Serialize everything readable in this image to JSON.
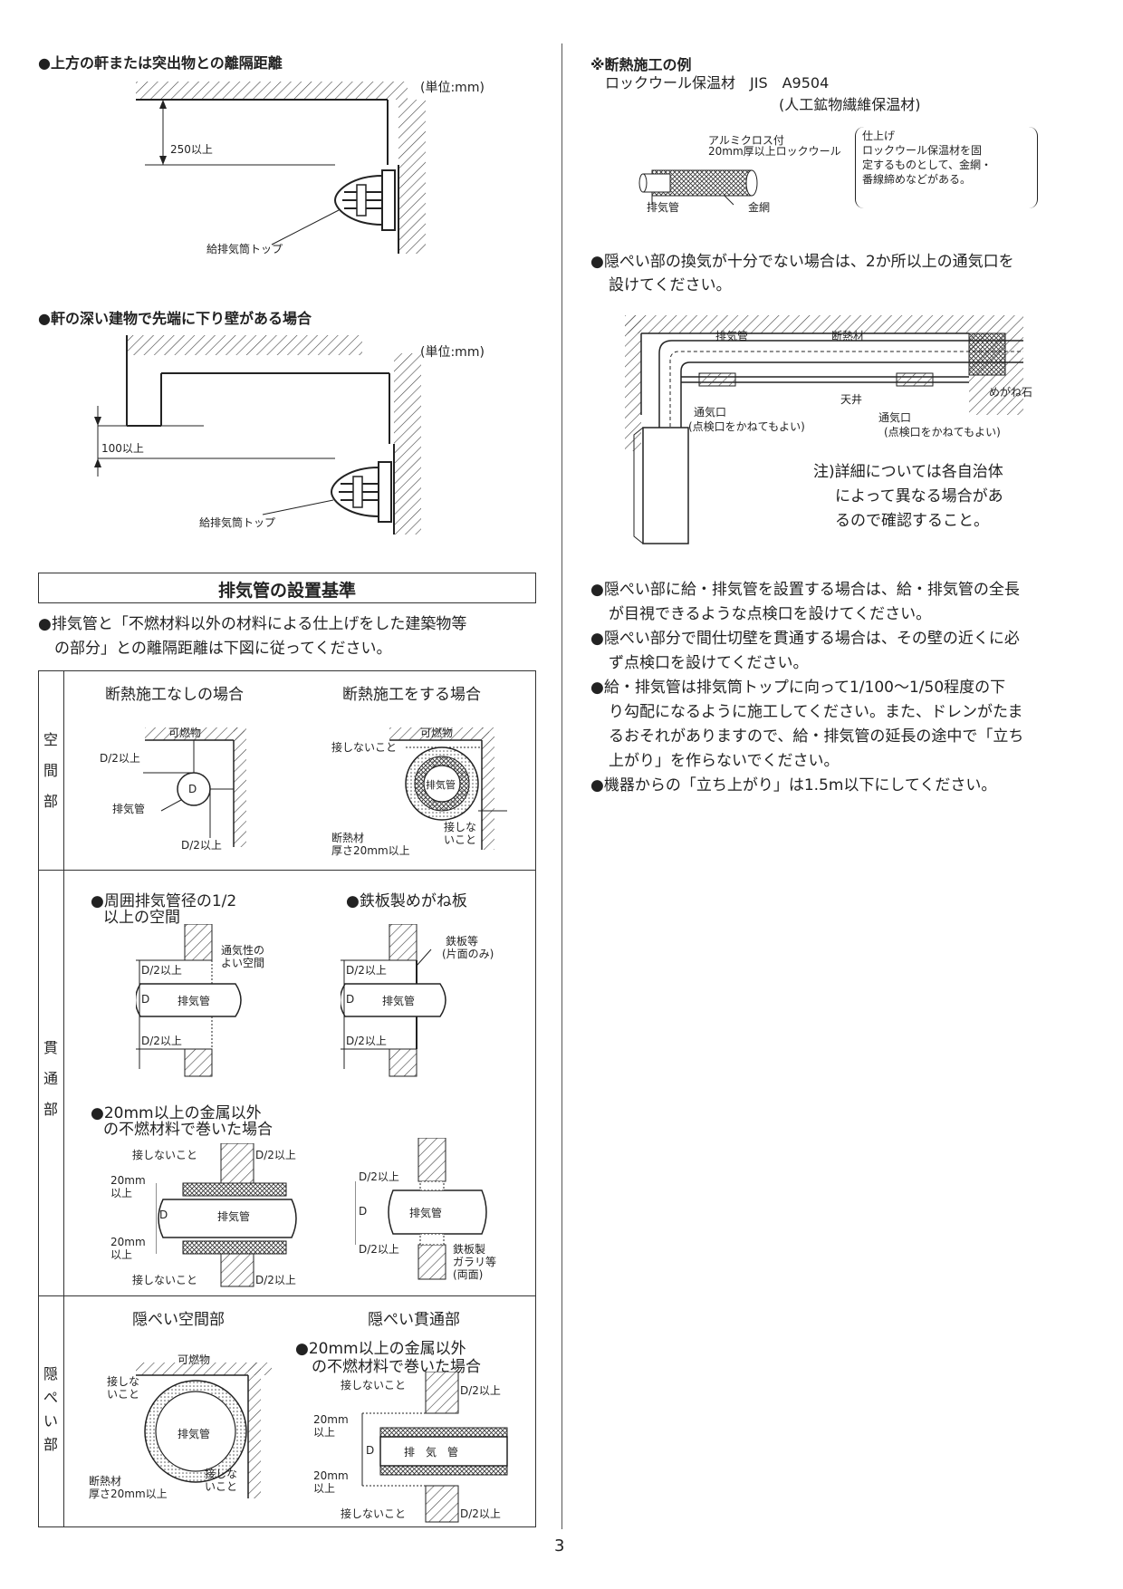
{
  "left_top": {
    "heading1": "●上方の軒または突出物との離隔距離",
    "unit1": "(単位:mm)",
    "dim1": "250以上",
    "top_label1": "給排気筒トップ",
    "heading2": "●軒の深い建物で先端に下り壁がある場合",
    "unit2": "(単位:mm)",
    "dim2": "100以上",
    "top_label2": "給排気筒トップ"
  },
  "section": {
    "title": "排気管の設置基準",
    "intro_line1": "●排気管と「不燃材料以外の材料による仕上げをした建築物等",
    "intro_line2": "の部分」との離隔距離は下図に従ってください。"
  },
  "table": {
    "row1_label": [
      "空",
      "間",
      "部"
    ],
    "row2_label": [
      "貫",
      "通",
      "部"
    ],
    "row3_label": [
      "隠",
      "ぺ",
      "い",
      "部"
    ],
    "col1_head": "断熱施工なしの場合",
    "col2_head": "断熱施工をする場合",
    "r2_c1_title1": "●周囲排気管径の1/2",
    "r2_c1_title2": "以上の空間",
    "r2_c2_title": "●鉄板製めがね板",
    "r2_c3_title1": "●20mm以上の金属以外",
    "r2_c3_title2": "の不燃材料で巻いた場合",
    "r3_c1_head": "隠ぺい空間部",
    "r3_c2_head": "隠ぺい貫通部",
    "r3_c2_title1": "●20mm以上の金属以外",
    "r3_c2_title2": "の不燃材料で巻いた場合",
    "labels": {
      "flammable": "可燃物",
      "d2": "D/2以上",
      "d": "D",
      "exhaust": "排気管",
      "exhaust_spaced": "排　気　管",
      "no_contact": "接しないこと",
      "no_contact_a": "接しな",
      "no_contact_b": "いこと",
      "insulation_a": "断熱材",
      "insulation_b": "厚さ20mm以上",
      "ventilated_a": "通気性の",
      "ventilated_b": "よい空間",
      "iron_a": "鉄板等",
      "iron_b": "(片面のみ)",
      "mm20_a": "20mm",
      "mm20_b": "以上",
      "iron_gallery_a": "鉄板製",
      "iron_gallery_b": "ガラリ等",
      "iron_gallery_c": "(両面)"
    }
  },
  "right": {
    "example_title": "※断熱施工の例",
    "example_line1": "ロックウール保温材　JIS　A9504",
    "example_line2": "(人工鉱物繊維保温材)",
    "lbl_alumi1": "アルミクロス付",
    "lbl_alumi2": "20mm厚以上ロックウール",
    "lbl_pipe": "排気管",
    "lbl_mesh": "金網",
    "finish_lines": [
      "仕上げ",
      "ロックウール保温材を固",
      "定するものとして、金網・",
      "番線締めなどがある。"
    ],
    "vent_line1": "●隠ぺい部の換気が十分でない場合は、2か所以上の通気口を",
    "vent_line2": "設けてください。",
    "diag": {
      "exhaust": "排気管",
      "insulation": "断熱材",
      "ceiling": "天井",
      "megane": "めがね石",
      "vent1": "通気口",
      "vent1_sub": "(点検口をかねてもよい)",
      "vent2": "通気口",
      "vent2_sub": "(点検口をかねてもよい)",
      "note_lines": [
        "注)詳細については各自治体",
        "によって異なる場合があ",
        "るので確認すること。"
      ]
    },
    "bullets": [
      [
        "●隠ぺい部に給・排気管を設置する場合は、給・排気管の全長",
        "が目視できるような点検口を設けてください。"
      ],
      [
        "●隠ぺい部分で間仕切壁を貫通する場合は、その壁の近くに必",
        "ず点検口を設けてください。"
      ],
      [
        "●給・排気管は排気筒トップに向って1/100～1/50程度の下",
        "り勾配になるように施工してください。また、ドレンがたま",
        "るおそれがありますので、給・排気管の延長の途中で「立ち",
        "上がり」を作らないでください。"
      ],
      [
        "●機器からの「立ち上がり」は1.5m以下にしてください。"
      ]
    ]
  },
  "page_number": "3"
}
